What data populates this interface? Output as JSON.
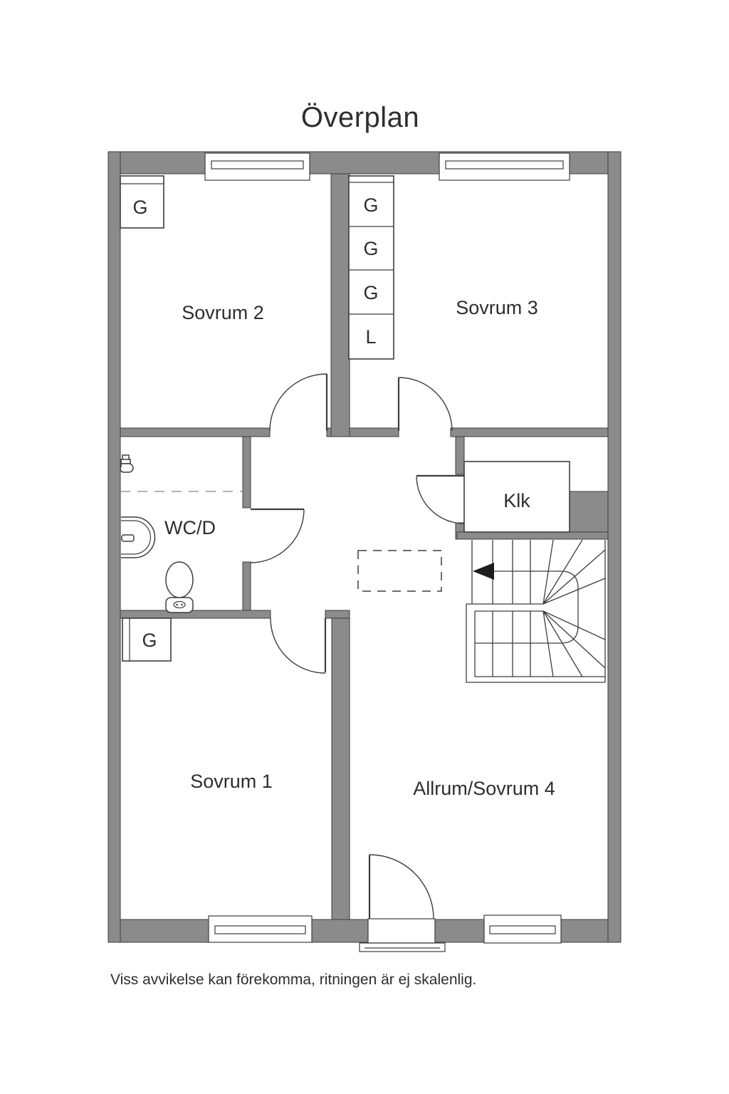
{
  "title": "Överplan",
  "caption": "Viss avvikelse kan förekomma, ritningen är ej skalenlig.",
  "colors": {
    "wall": "#8b8b8b",
    "line": "#3d3d3d",
    "text": "#2e2e2e",
    "bg": "#ffffff",
    "arrow": "#1d1d1d"
  },
  "rooms": {
    "sovrum2": "Sovrum 2",
    "sovrum3": "Sovrum 3",
    "wc": "WC/D",
    "klk": "Klk",
    "sovrum1": "Sovrum 1",
    "allrum": "Allrum/Sovrum 4"
  },
  "closets": {
    "sovrum2": "G",
    "sovrum1": "G",
    "hall_column": [
      "G",
      "G",
      "G",
      "L"
    ]
  }
}
